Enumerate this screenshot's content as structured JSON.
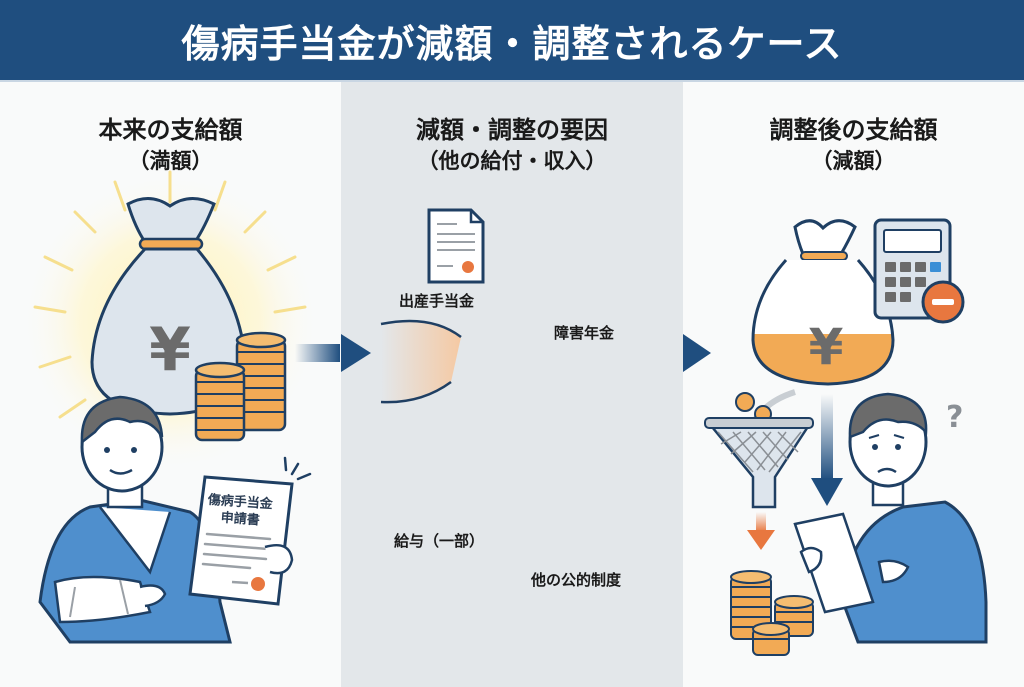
{
  "header": {
    "title": "傷病手当金が減額・調整されるケース"
  },
  "columns": {
    "left": {
      "title": "本来の支給額",
      "subtitle": "（満額）"
    },
    "middle": {
      "title": "減額・調整の要因",
      "subtitle": "（他の給付・収入）"
    },
    "right": {
      "title": "調整後の支給額",
      "subtitle": "（減額）"
    }
  },
  "left_illustration": {
    "money_bag_symbol": "¥",
    "document_title_line1": "傷病手当金",
    "document_title_line2": "申請書",
    "icons": [
      "money-bag-icon",
      "coin-stack-icon",
      "person-with-sling-icon",
      "application-document-icon"
    ]
  },
  "middle_illustration": {
    "factors": [
      {
        "label": "出産手当金",
        "icon": "document-icon"
      },
      {
        "label": "障害年金",
        "icon": "document-icon"
      },
      {
        "label": "給与（一部）",
        "icon": "office-building-icon"
      },
      {
        "label": "他の公的制度",
        "icon": "calendar-icon"
      }
    ],
    "center_icon": "banknote-stack-icon",
    "bottom_icon": "balance-scale-icon"
  },
  "right_illustration": {
    "money_bag_symbol": "¥",
    "question_mark": "?",
    "icons": [
      "half-filled-money-bag-icon",
      "calculator-minus-icon",
      "filter-funnel-icon",
      "reduced-coin-stack-icon",
      "confused-person-icon"
    ]
  },
  "colors": {
    "header_bg": "#1f4e7f",
    "middle_bg": "#e3e7ea",
    "outline": "#1f3f63",
    "accent_orange": "#e8773f",
    "coin_gold": "#f2aa55",
    "shirt_blue": "#4f8fcd"
  }
}
